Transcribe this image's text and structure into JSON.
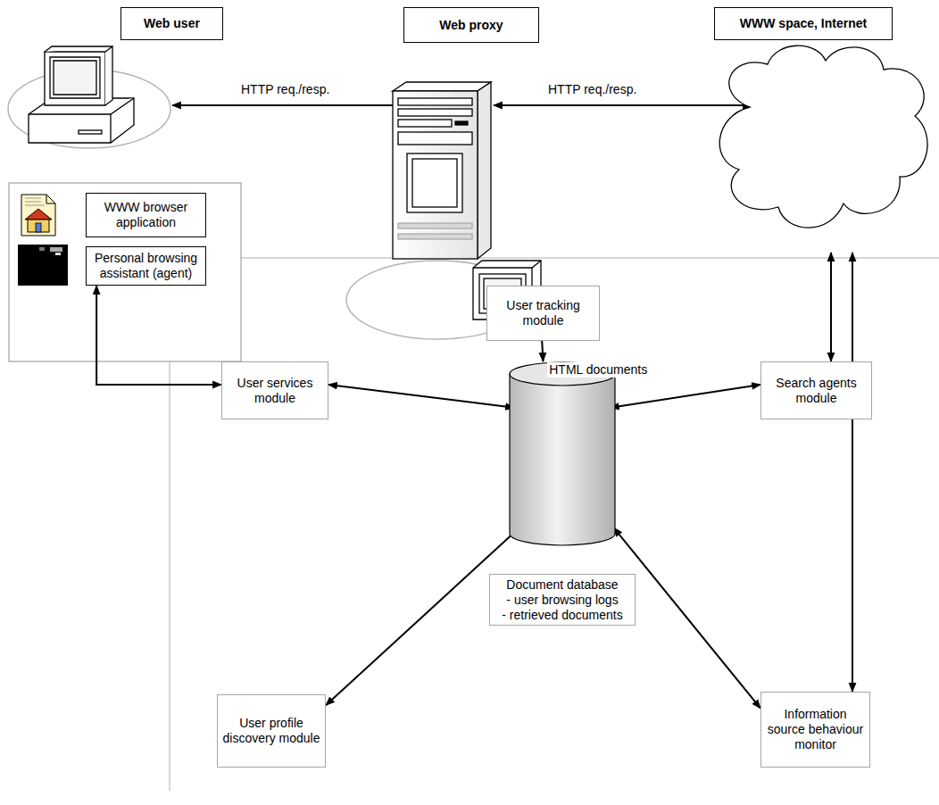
{
  "diagram": {
    "nodes": [
      {
        "text": [
          "Web user"
        ]
      },
      {
        "text": [
          "Web proxy"
        ]
      },
      {
        "text": [
          "WWW space, Internet"
        ]
      },
      {
        "text": [
          "WWW browser application"
        ]
      },
      {
        "text": [
          "Personal browsing assistant (agent)"
        ]
      },
      {
        "text": [
          "User tracking module"
        ]
      },
      {
        "text": [
          "User services module"
        ]
      },
      {
        "text": [
          "Search agents module"
        ]
      },
      {
        "text": [
          "Document database",
          "- user browsing logs",
          "- retrieved documents"
        ]
      },
      {
        "text": [
          "User profile discovery module"
        ]
      },
      {
        "text": [
          "Information source behaviour monitor"
        ]
      }
    ],
    "edges": [
      {
        "from": 4,
        "to": 6,
        "arrow": "both"
      },
      {
        "from": 5,
        "to": 8,
        "label": "HTML documents",
        "arrow": "to"
      },
      {
        "from": 6,
        "to": 8,
        "arrow": "both"
      },
      {
        "from": 7,
        "to": 8,
        "arrow": "both"
      },
      {
        "from": 8,
        "to": 9,
        "arrow": "both"
      },
      {
        "from": 8,
        "to": 10,
        "arrow": "both"
      }
    ],
    "labels": [
      "HTTP req./resp.",
      "HTTP req./resp."
    ]
  }
}
